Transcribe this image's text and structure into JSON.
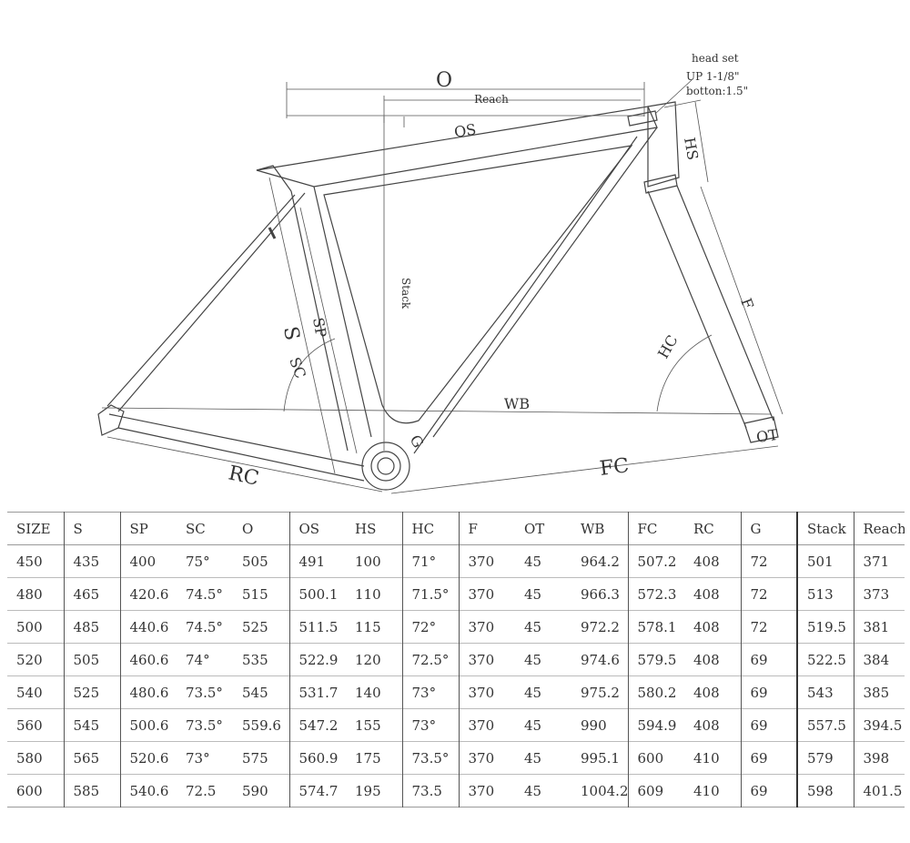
{
  "diagram": {
    "labels": {
      "O": "O",
      "Reach": "Reach",
      "OS": "OS",
      "HS": "HS",
      "Stack": "Stack",
      "S": "S",
      "SP": "SP",
      "SC": "SC",
      "HC": "HC",
      "F": "F",
      "WB": "WB",
      "G": "G",
      "OT": "OT",
      "RC": "RC",
      "FC": "FC"
    },
    "headset_note": {
      "line1": "head set",
      "line2": "UP 1-1/8\"",
      "line3": "botton:1.5\""
    }
  },
  "table": {
    "headers": [
      "SIZE",
      "S",
      "SP",
      "SC",
      "O",
      "OS",
      "HS",
      "HC",
      "F",
      "OT",
      "WB",
      "FC",
      "RC",
      "G",
      "Stack",
      "Reach"
    ],
    "rows": [
      [
        "450",
        "435",
        "400",
        "75°",
        "505",
        "491",
        "100",
        "71°",
        "370",
        "45",
        "964.2",
        "507.2",
        "408",
        "72",
        "501",
        "371"
      ],
      [
        "480",
        "465",
        "420.6",
        "74.5°",
        "515",
        "500.1",
        "110",
        "71.5°",
        "370",
        "45",
        "966.3",
        "572.3",
        "408",
        "72",
        "513",
        "373"
      ],
      [
        "500",
        "485",
        "440.6",
        "74.5°",
        "525",
        "511.5",
        "115",
        "72°",
        "370",
        "45",
        "972.2",
        "578.1",
        "408",
        "72",
        "519.5",
        "381"
      ],
      [
        "520",
        "505",
        "460.6",
        "74°",
        "535",
        "522.9",
        "120",
        "72.5°",
        "370",
        "45",
        "974.6",
        "579.5",
        "408",
        "69",
        "522.5",
        "384"
      ],
      [
        "540",
        "525",
        "480.6",
        "73.5°",
        "545",
        "531.7",
        "140",
        "73°",
        "370",
        "45",
        "975.2",
        "580.2",
        "408",
        "69",
        "543",
        "385"
      ],
      [
        "560",
        "545",
        "500.6",
        "73.5°",
        "559.6",
        "547.2",
        "155",
        "73°",
        "370",
        "45",
        "990",
        "594.9",
        "408",
        "69",
        "557.5",
        "394.5"
      ],
      [
        "580",
        "565",
        "520.6",
        "73°",
        "575",
        "560.9",
        "175",
        "73.5°",
        "370",
        "45",
        "995.1",
        "600",
        "410",
        "69",
        "579",
        "398"
      ],
      [
        "600",
        "585",
        "540.6",
        "72.5",
        "590",
        "574.7",
        "195",
        "73.5",
        "370",
        "45",
        "1004.2",
        "609",
        "410",
        "69",
        "598",
        "401.5"
      ]
    ]
  }
}
